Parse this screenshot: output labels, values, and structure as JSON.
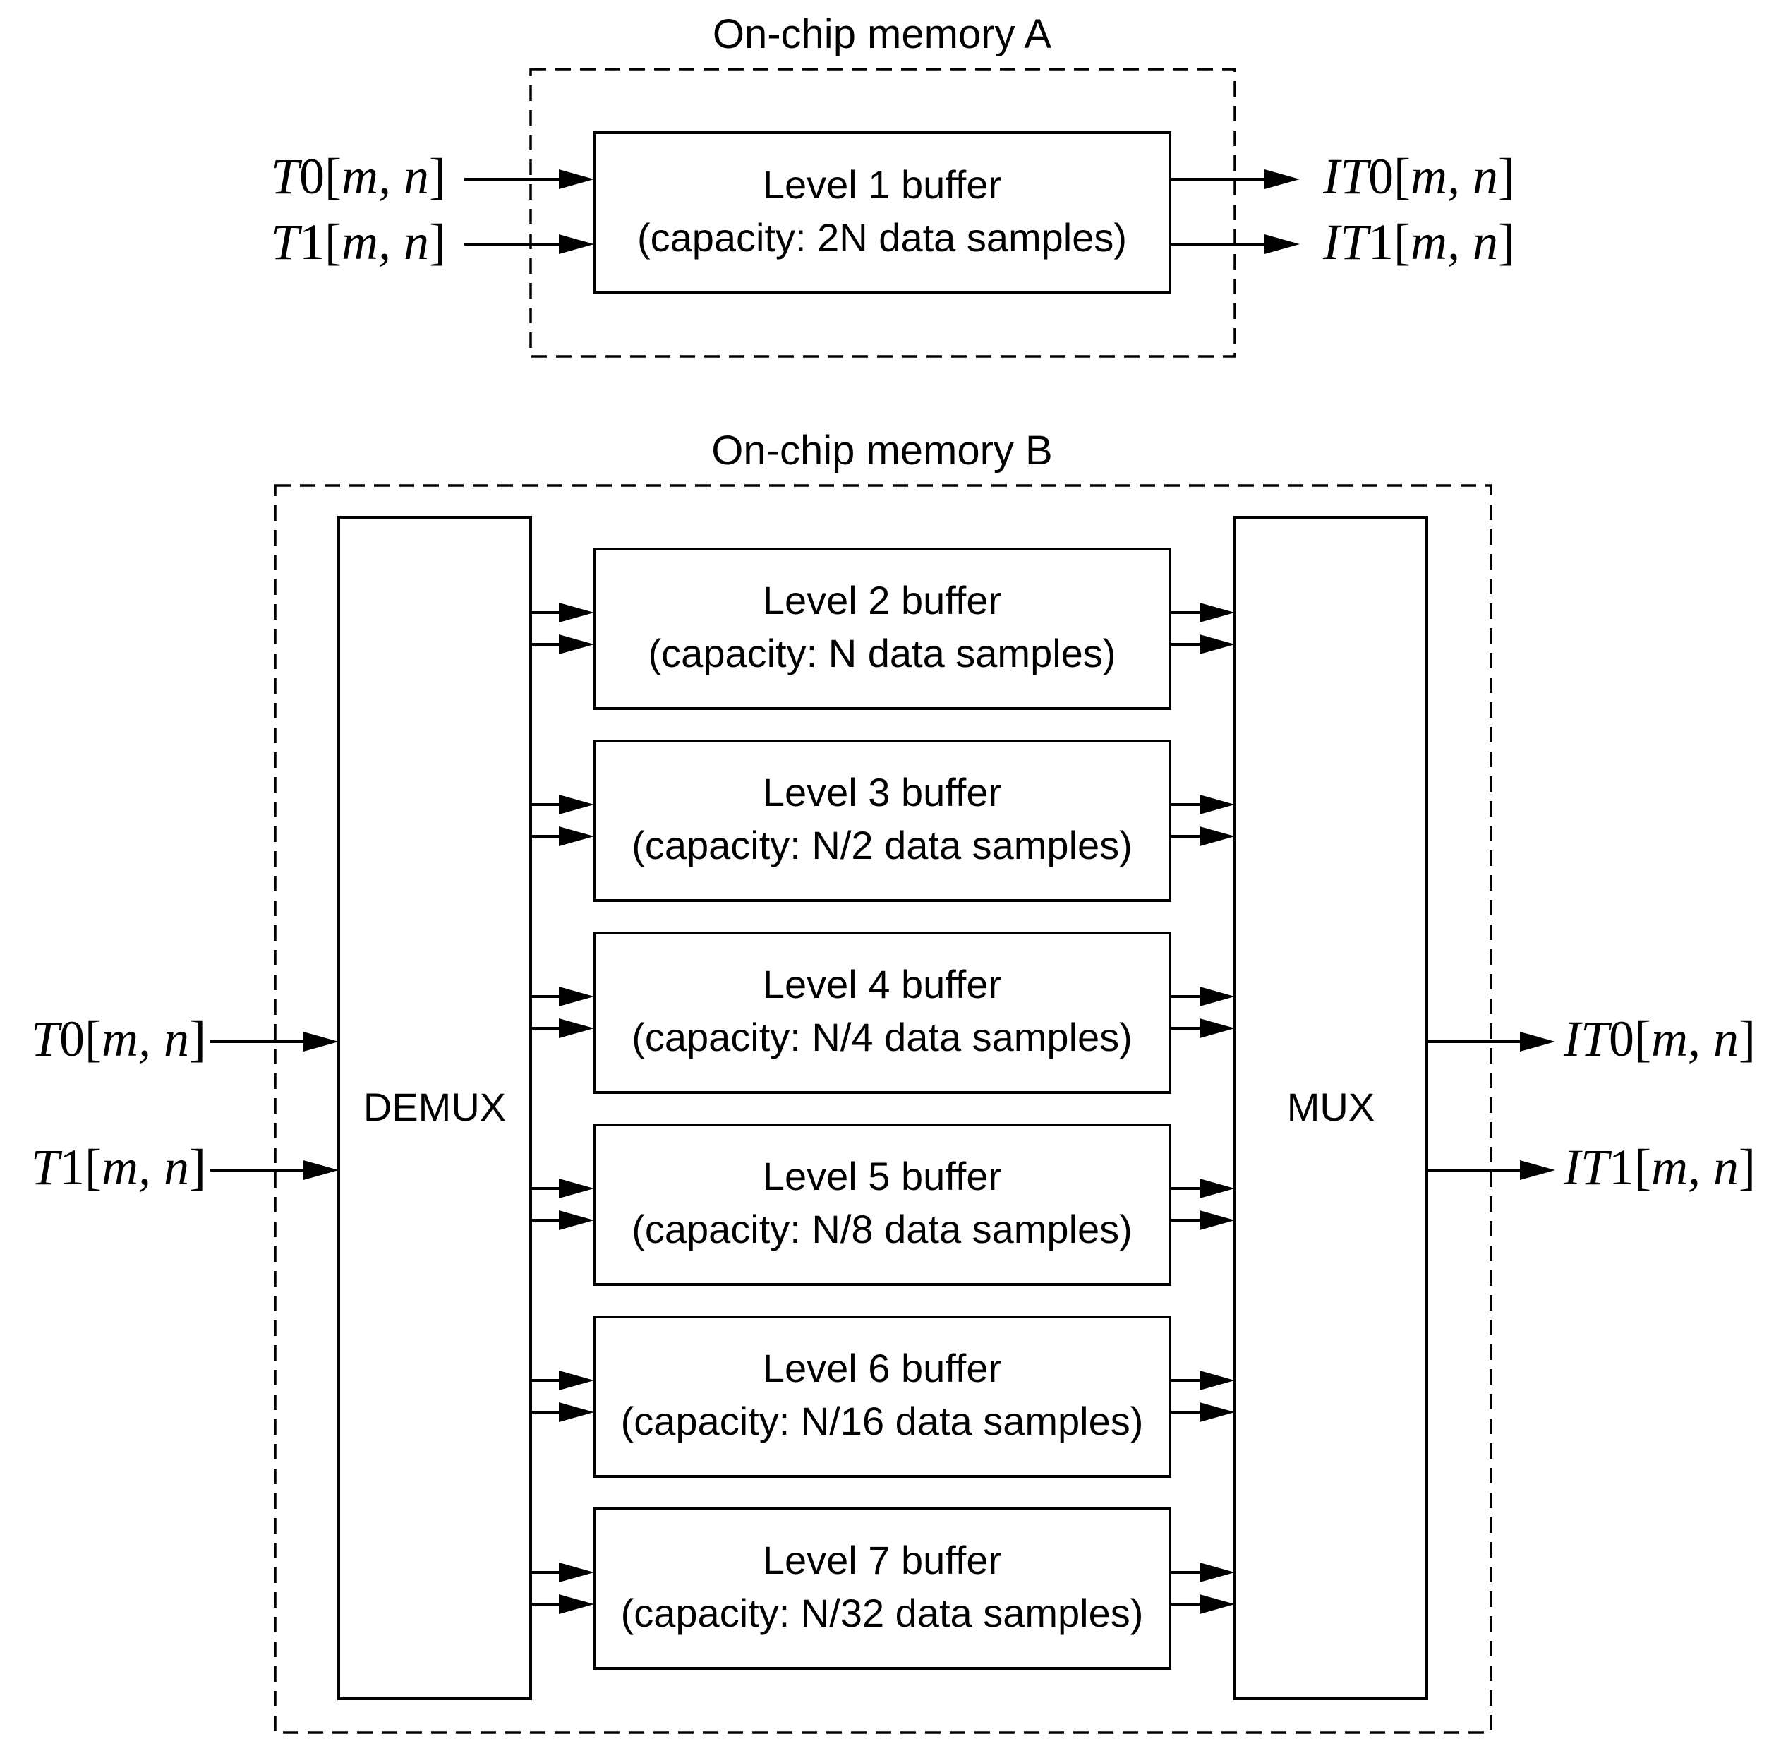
{
  "memory_a": {
    "title": "On-chip memory A",
    "buffer": {
      "label": "Level 1 buffer",
      "capacity": "(capacity: 2N data samples)"
    },
    "inputs": [
      {
        "var": "T",
        "idx": "0",
        "args": "m, n"
      },
      {
        "var": "T",
        "idx": "1",
        "args": "m, n"
      }
    ],
    "outputs": [
      {
        "var": "IT",
        "idx": "0",
        "args": "m, n"
      },
      {
        "var": "IT",
        "idx": "1",
        "args": "m, n"
      }
    ]
  },
  "memory_b": {
    "title": "On-chip memory B",
    "demux_label": "DEMUX",
    "mux_label": "MUX",
    "buffers": [
      {
        "label": "Level 2 buffer",
        "capacity": "(capacity: N data samples)"
      },
      {
        "label": "Level 3 buffer",
        "capacity": "(capacity: N/2 data samples)"
      },
      {
        "label": "Level 4 buffer",
        "capacity": "(capacity: N/4 data samples)"
      },
      {
        "label": "Level 5 buffer",
        "capacity": "(capacity: N/8 data samples)"
      },
      {
        "label": "Level 6 buffer",
        "capacity": "(capacity: N/16 data samples)"
      },
      {
        "label": "Level 7 buffer",
        "capacity": "(capacity: N/32 data samples)"
      }
    ],
    "inputs": [
      {
        "var": "T",
        "idx": "0",
        "args": "m, n"
      },
      {
        "var": "T",
        "idx": "1",
        "args": "m, n"
      }
    ],
    "outputs": [
      {
        "var": "IT",
        "idx": "0",
        "args": "m, n"
      },
      {
        "var": "IT",
        "idx": "1",
        "args": "m, n"
      }
    ]
  }
}
